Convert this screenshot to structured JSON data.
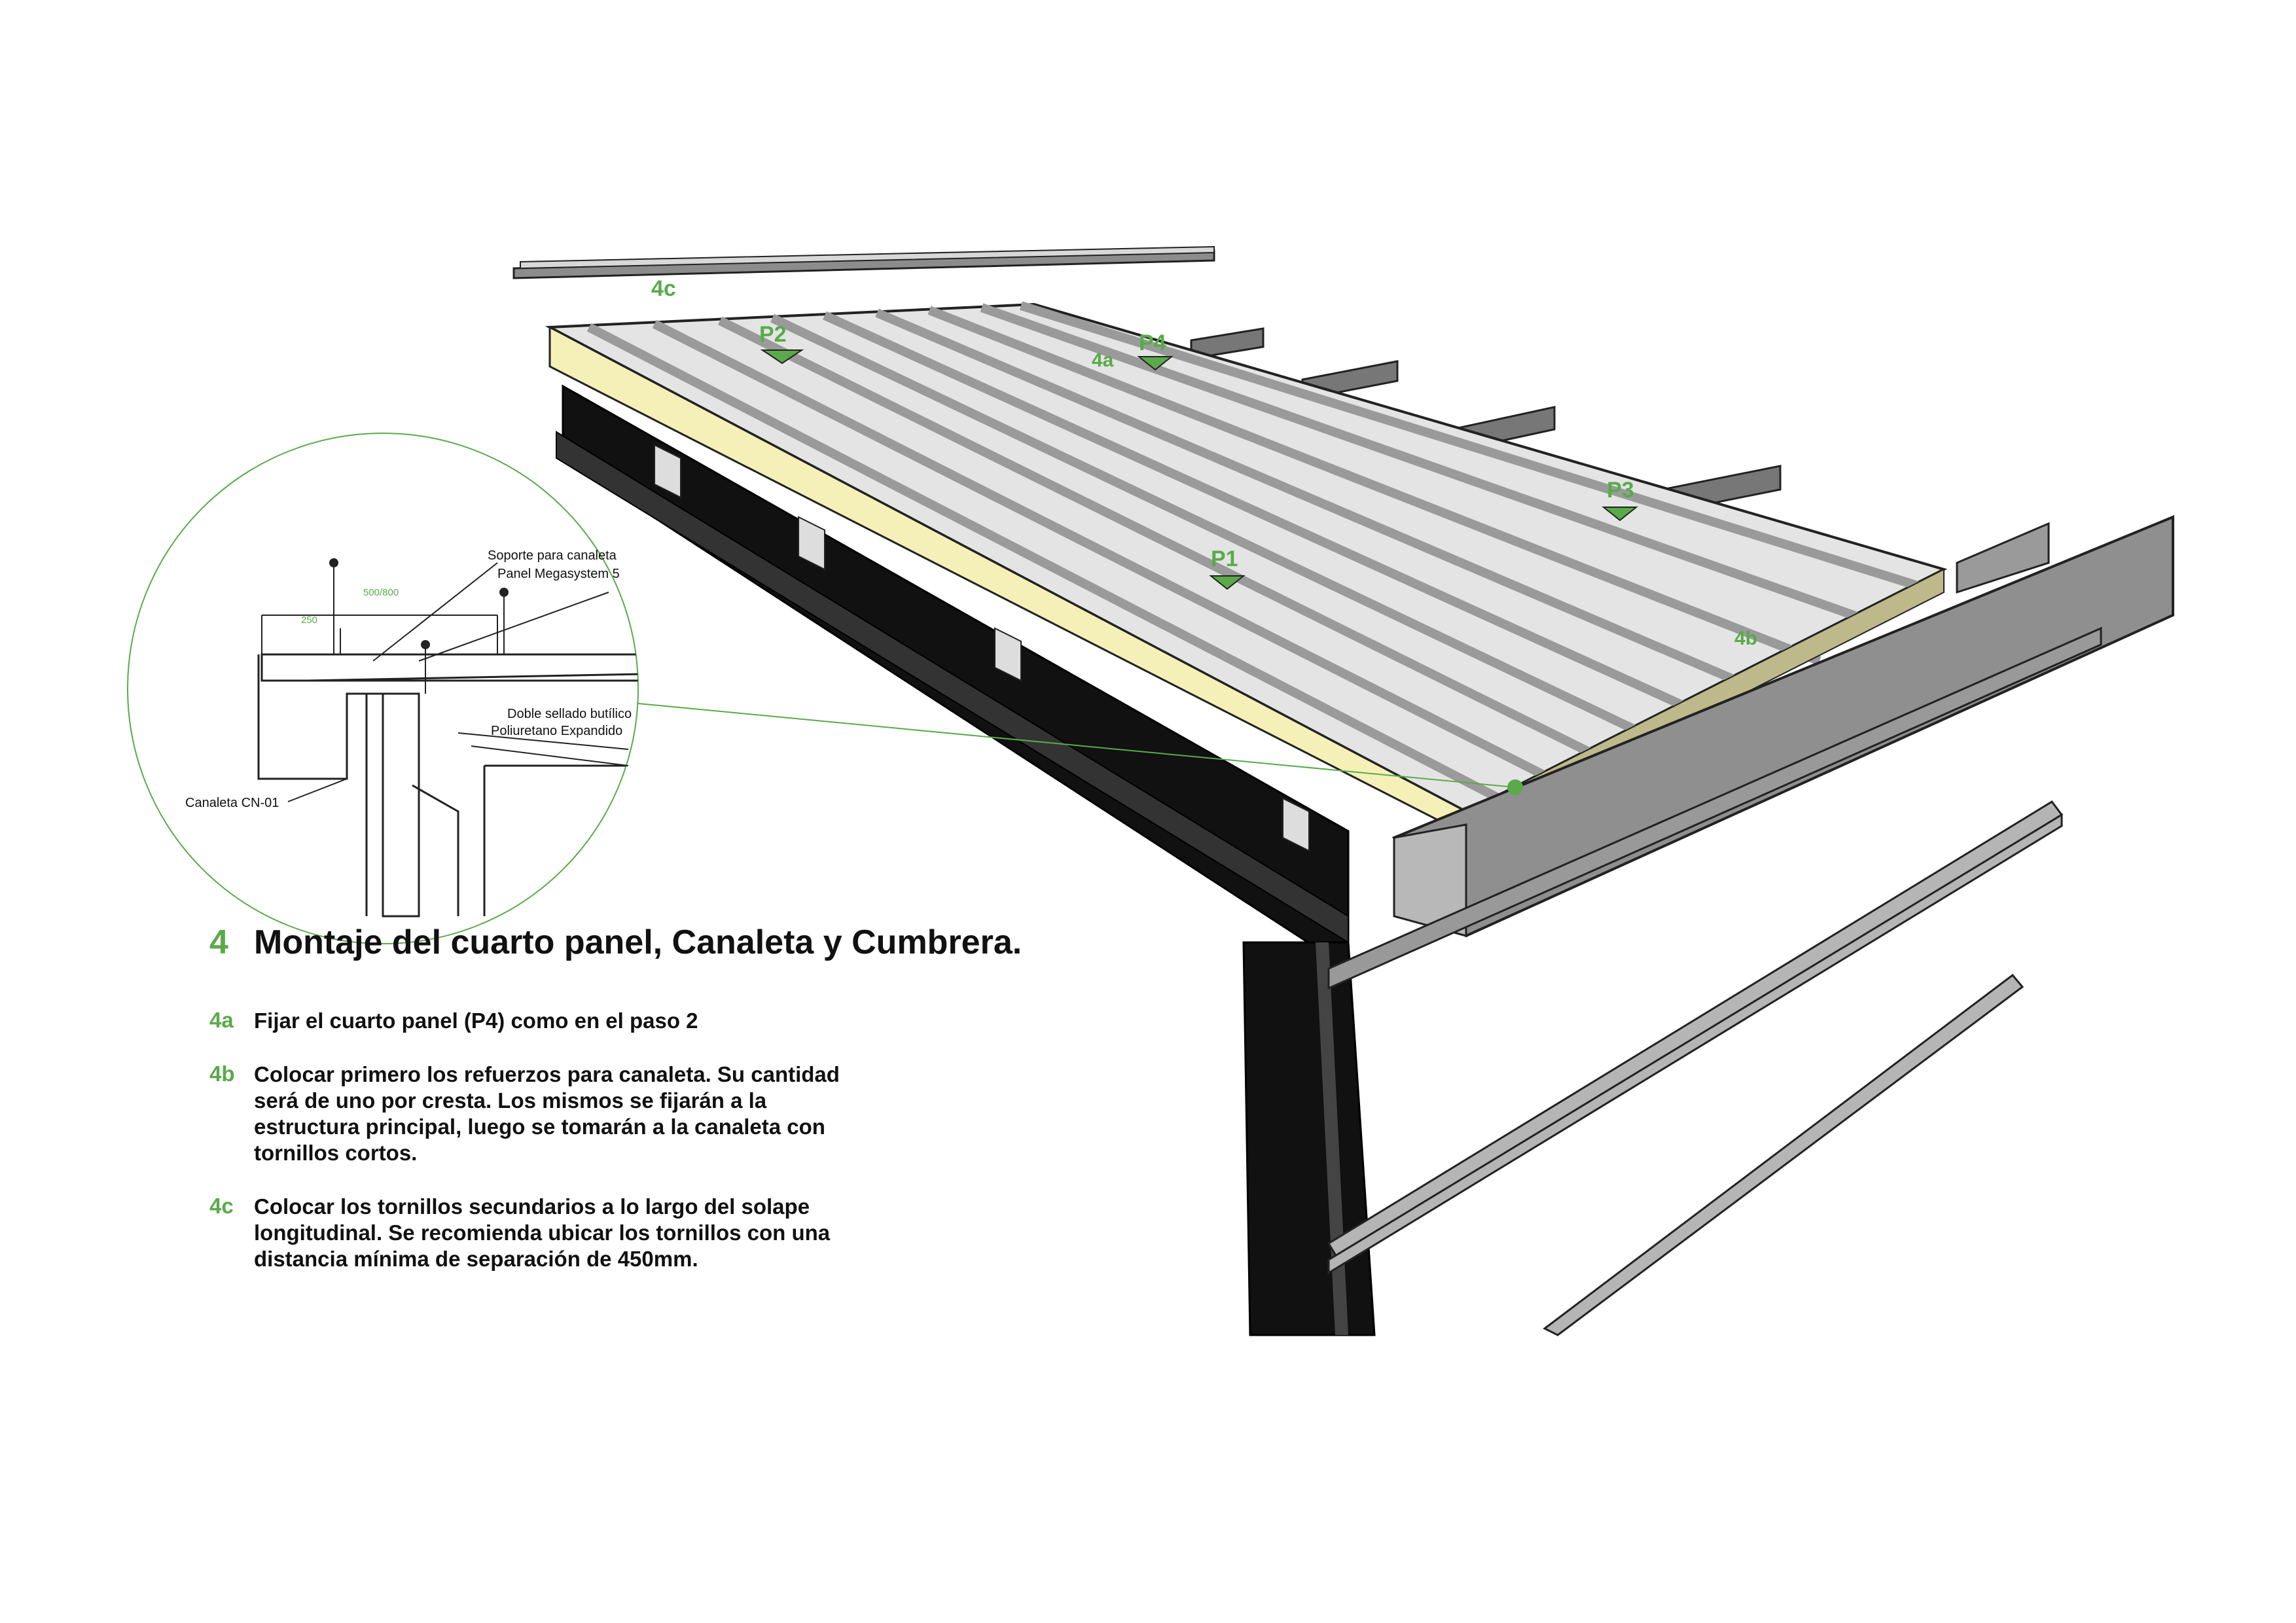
{
  "diagram": {
    "labels": {
      "overlap_marker": "4c",
      "gutter_reinforcement_marker": "4b",
      "panel_marker": "4a",
      "panels": [
        "P1",
        "P2",
        "P3",
        "P4"
      ]
    },
    "detail": {
      "callouts": {
        "gutter_support": "Soporte para canaleta",
        "panel": "Panel Megasystem 5",
        "butyl_seal": "Doble sellado butílico",
        "foam": "Poliuretano Expandido",
        "gutter": "Canaleta CN-01"
      },
      "dimensions": {
        "total": "500/800",
        "partial": "250"
      }
    },
    "colors": {
      "accent": "#5aaa4a",
      "panel_light": "#e4e4e4",
      "panel_dark": "#9a9a9a",
      "foam": "#f5f0b8",
      "steel": "#111111",
      "gutter": "#8f8f8f"
    }
  },
  "instructions": {
    "step_number": "4",
    "title": "Montaje del cuarto panel, Canaleta y Cumbrera.",
    "items": [
      {
        "id": "4a",
        "lines": [
          "Fijar el cuarto panel (P4) como en el paso 2"
        ]
      },
      {
        "id": "4b",
        "lines": [
          "Colocar primero los refuerzos para canaleta. Su cantidad",
          "será de uno por cresta. Los mismos se fijarán a la",
          "estructura principal, luego se tomarán a la canaleta con",
          "tornillos cortos."
        ]
      },
      {
        "id": "4c",
        "lines": [
          "Colocar los tornillos secundarios a lo largo del solape",
          "longitudinal. Se recomienda ubicar los tornillos con una",
          "distancia mínima de separación de 450mm."
        ]
      }
    ]
  }
}
